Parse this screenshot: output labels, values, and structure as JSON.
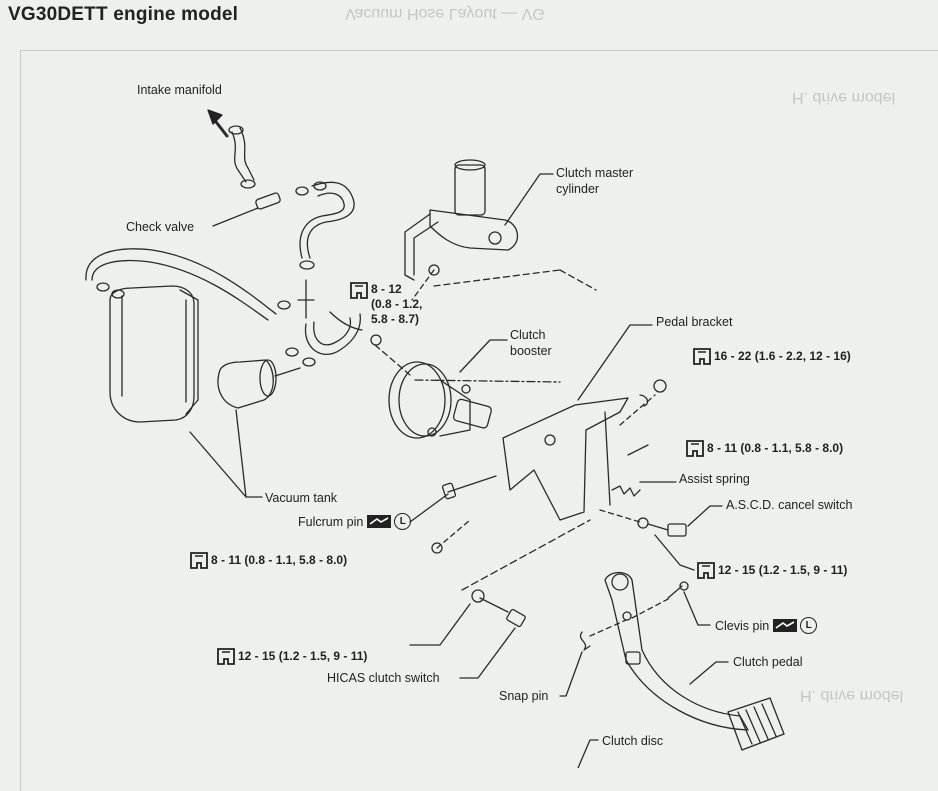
{
  "title": "VG30DETT engine model",
  "ghost_text": {
    "top": "Vacuum Hose Layout — VG",
    "top_right": "H. drive model",
    "bottom_right": "H. drive model"
  },
  "labels": {
    "intake_manifold": "Intake manifold",
    "check_valve": "Check valve",
    "clutch_master_cylinder": [
      "Clutch master",
      "cylinder"
    ],
    "clutch_booster": [
      "Clutch",
      "booster"
    ],
    "pedal_bracket": "Pedal bracket",
    "assist_spring": "Assist spring",
    "ascd_cancel_switch": "A.S.C.D. cancel switch",
    "vacuum_tank": "Vacuum tank",
    "fulcrum_pin": "Fulcrum pin",
    "clevis_pin": "Clevis pin",
    "clutch_pedal": "Clutch pedal",
    "hicas_clutch_switch": "HICAS clutch switch",
    "snap_pin": "Snap pin",
    "clutch_disc": "Clutch disc"
  },
  "torque_specs": {
    "booster_nut": [
      "8 - 12",
      "(0.8 - 1.2,",
      "5.8 - 8.7)"
    ],
    "pedal_bracket_nut": "16 - 22 (1.6 - 2.2, 12 - 16)",
    "assist_bolt": "8 - 11 (0.8 - 1.1, 5.8 - 8.0)",
    "fulcrum_nut": "8 - 11 (0.8 - 1.1, 5.8 - 8.0)",
    "ascd_nut": "12 - 15 (1.2 - 1.5, 9 - 11)",
    "hicas_nut": "12 - 15 (1.2 - 1.5, 9 - 11)"
  },
  "symbols": {
    "grease": "L",
    "torque_icon": "torque-wrench-icon"
  }
}
